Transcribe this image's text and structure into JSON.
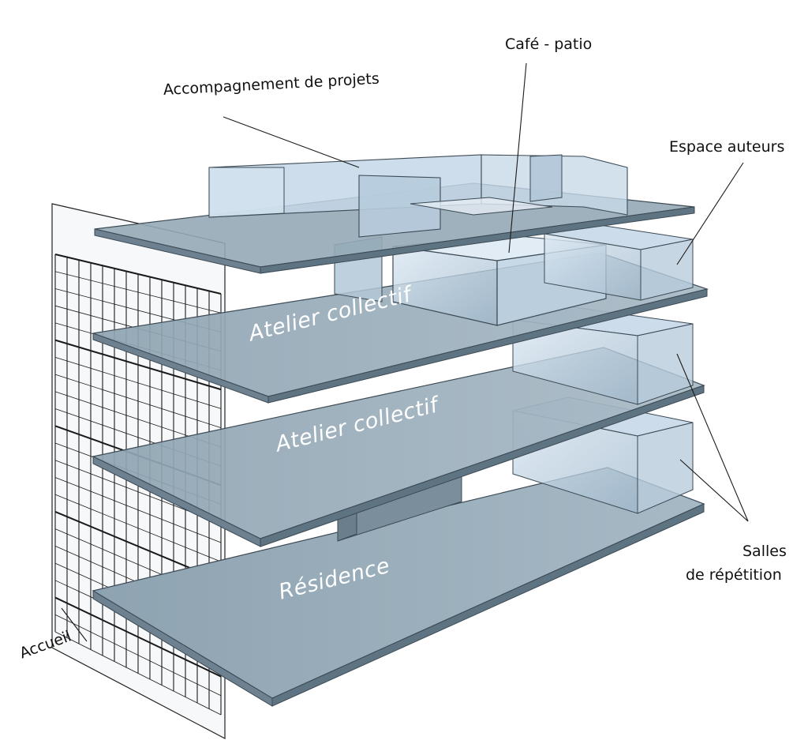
{
  "labels": {
    "accompagnement": "Accompagnement de projets",
    "cafe": "Café - patio",
    "espace": "Espace auteurs",
    "salles_1": "Salles",
    "salles_2": "de répétition",
    "accueil": "Accueil"
  },
  "floors": {
    "top": "Atelier collectif",
    "middle": "Atelier collectif",
    "bottom": "Résidence"
  },
  "colors": {
    "slab": "#8fa4b2",
    "slab_edge": "#3c4a55",
    "box_fill": "#cfe0ee",
    "facade_line": "#222222"
  }
}
